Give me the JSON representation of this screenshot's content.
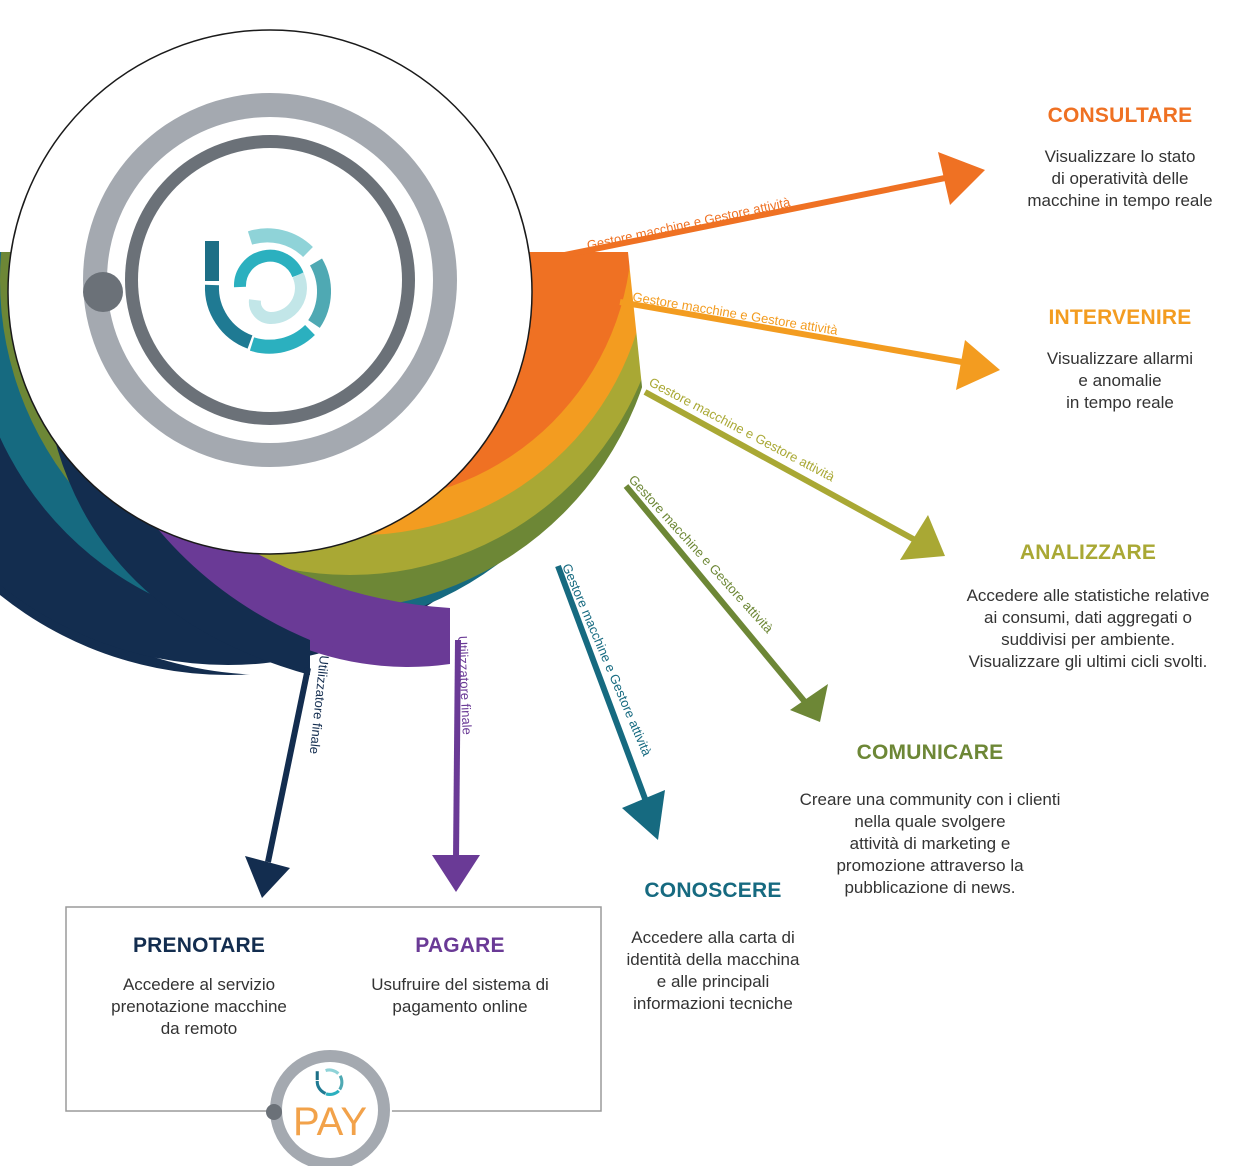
{
  "colors": {
    "orange": "#ef7123",
    "light_orange": "#f39c20",
    "olive": "#a9a834",
    "green": "#6d8736",
    "teal": "#166a80",
    "purple": "#6a3a96",
    "navy": "#132d4f",
    "ring_gray": "#a4a9b0",
    "ring_dark": "#6b7178"
  },
  "arrows": [
    {
      "id": "consultare",
      "label": "Gestore macchine e Gestore attività"
    },
    {
      "id": "intervenire",
      "label": "Gestore macchine e Gestore attività"
    },
    {
      "id": "analizzare",
      "label": "Gestore macchine e Gestore attività"
    },
    {
      "id": "comunicare",
      "label": "Gestore macchine e Gestore attività"
    },
    {
      "id": "conoscere",
      "label": "Gestore macchine e Gestore attività"
    },
    {
      "id": "pagare",
      "label": "Utilizzatore finale"
    },
    {
      "id": "prenotare",
      "label": "Utilizzatore finale"
    }
  ],
  "sections": {
    "consultare": {
      "title": "CONSULTARE",
      "desc": "Visualizzare lo stato\ndi operatività delle\nmacchine in tempo reale"
    },
    "intervenire": {
      "title": "INTERVENIRE",
      "desc": "Visualizzare allarmi\ne  anomalie\nin tempo reale"
    },
    "analizzare": {
      "title": "ANALIZZARE",
      "desc": "Accedere alle statistiche relative\nai consumi, dati aggregati o\nsuddivisi per ambiente.\nVisualizzare gli ultimi cicli svolti."
    },
    "comunicare": {
      "title": "COMUNICARE",
      "desc": "Creare una community con i clienti\nnella quale svolgere\nattività di marketing e\npromozione attraverso la\npubblicazione di news."
    },
    "conoscere": {
      "title": "CONOSCERE",
      "desc": "Accedere alla carta di\nidentità della macchina\ne alle principali\ninformazioni tecniche"
    },
    "prenotare": {
      "title": "PRENOTARE",
      "desc": "Accedere al servizio\nprenotazione macchine\nda remoto"
    },
    "pagare": {
      "title": "PAGARE",
      "desc": "Usufruire del sistema di\npagamento online"
    }
  },
  "pay_logo": {
    "text": "PAY",
    "icon": "spiral-logo-icon"
  },
  "main_logo": {
    "icon": "spiral-logo-icon"
  }
}
